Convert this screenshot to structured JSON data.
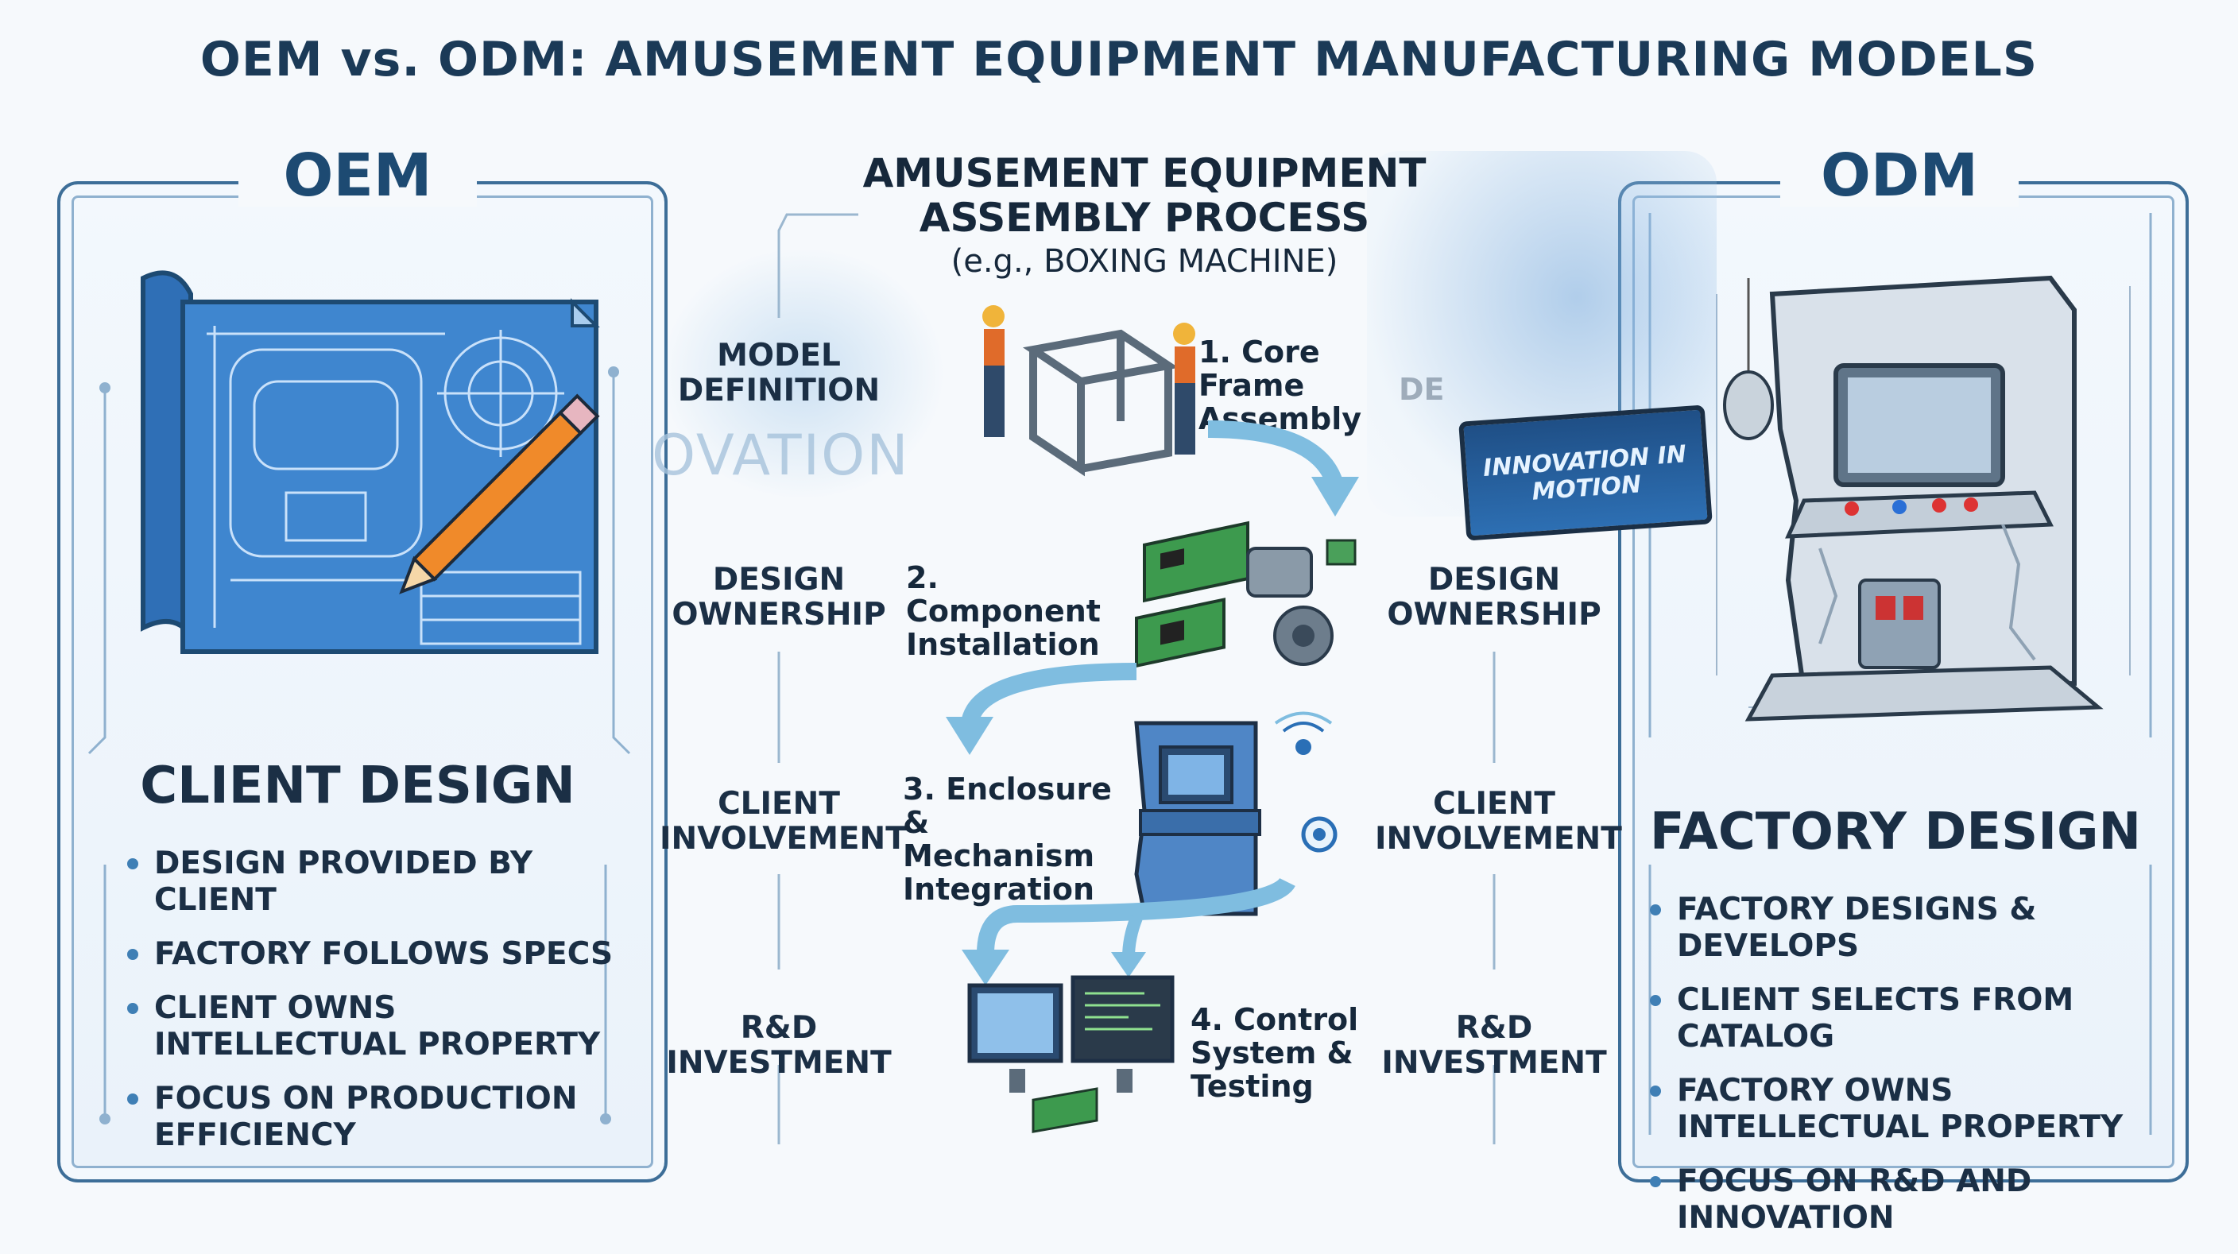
{
  "title": "OEM vs. ODM: AMUSEMENT EQUIPMENT MANUFACTURING MODELS",
  "oem": {
    "heading": "OEM",
    "model": "CLIENT DESIGN",
    "bullets": [
      "DESIGN PROVIDED BY CLIENT",
      "FACTORY FOLLOWS SPECS",
      "CLIENT OWNS INTELLECTUAL PROPERTY",
      "FOCUS ON PRODUCTION EFFICIENCY"
    ]
  },
  "odm": {
    "heading": "ODM",
    "model": "FACTORY DESIGN",
    "bullets": [
      "FACTORY DESIGNS & DEVELOPS",
      "CLIENT SELECTS FROM CATALOG",
      "FACTORY OWNS INTELLECTUAL PROPERTY",
      "FOCUS ON R&D AND INNOVATION"
    ],
    "screen_label": "INNOVATION IN MOTION"
  },
  "process": {
    "title": "AMUSEMENT EQUIPMENT ASSEMBLY PROCESS",
    "subtitle": "(e.g., BOXING MACHINE)",
    "steps": [
      "1. Core Frame\nAssembly",
      "2. Component\nInstallation",
      "3. Enclosure &\nMechanism\nIntegration",
      "4. Control\nSystem &\nTesting"
    ]
  },
  "comparison_left": [
    "MODEL\nDEFINITION",
    "DESIGN\nOWNERSHIP",
    "CLIENT\nINVOLVEMENT",
    "R&D\nINVESTMENT"
  ],
  "comparison_right": [
    "DESIGN\nOWNERSHIP",
    "CLIENT\nINVOLVEMENT",
    "R&D\nINVESTMENT"
  ],
  "faded_text": {
    "left": "OVATION",
    "right": "DE"
  },
  "colors": {
    "accent": "#3d6e98",
    "blueprint": "#2f6fb6",
    "arrow": "#7fbde0",
    "text": "#1b2f45"
  }
}
